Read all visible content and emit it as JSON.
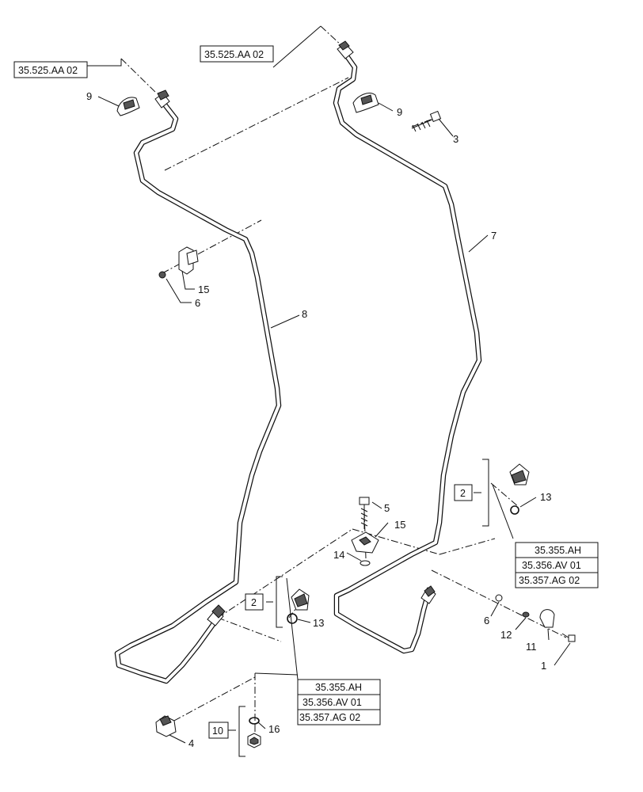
{
  "references": {
    "ref_top_left": "35.525.AA 02",
    "ref_top_center": "35.525.AA 02",
    "group_right": [
      "35.355.AH",
      "35.356.AV 01",
      "35.357.AG 02"
    ],
    "group_bottom": [
      "35.355.AH",
      "35.356.AV 01",
      "35.357.AG 02"
    ]
  },
  "boxed_callouts": {
    "kit_right": "2",
    "kit_left": "2",
    "kit_bottom": "10"
  },
  "callouts": {
    "c1": "1",
    "c3": "3",
    "c4": "4",
    "c5": "5",
    "c6a": "6",
    "c6b": "6",
    "c7": "7",
    "c8": "8",
    "c9a": "9",
    "c9b": "9",
    "c11": "11",
    "c12": "12",
    "c13a": "13",
    "c13b": "13",
    "c14": "14",
    "c15a": "15",
    "c15b": "15",
    "c16": "16"
  }
}
